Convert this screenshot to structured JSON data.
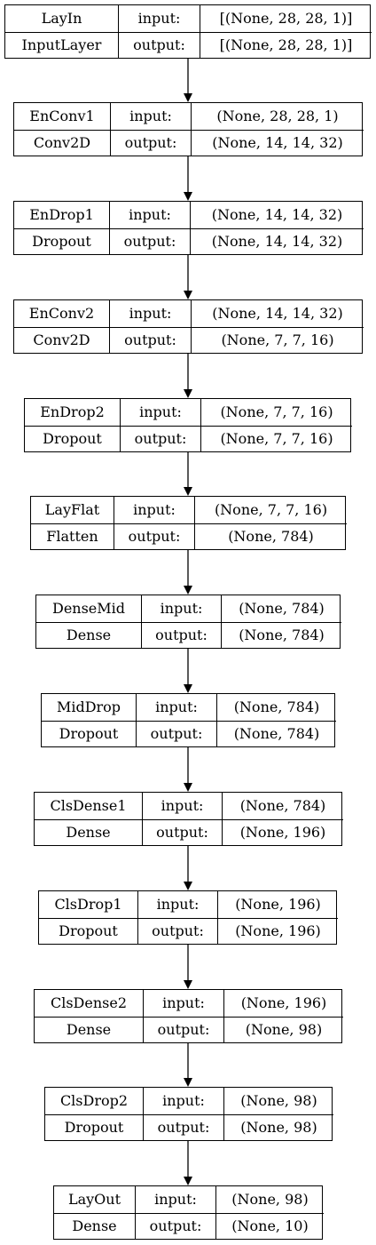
{
  "nodes": [
    {
      "id": "layin",
      "name": "LayIn",
      "type": "InputLayer",
      "input_label": "input:",
      "output_label": "output:",
      "input_shape": "[(None, 28, 28, 1)]",
      "output_shape": "[(None, 28, 28, 1)]"
    },
    {
      "id": "enconv1",
      "name": "EnConv1",
      "type": "Conv2D",
      "input_label": "input:",
      "output_label": "output:",
      "input_shape": "(None, 28, 28, 1)",
      "output_shape": "(None, 14, 14, 32)"
    },
    {
      "id": "endrop1",
      "name": "EnDrop1",
      "type": "Dropout",
      "input_label": "input:",
      "output_label": "output:",
      "input_shape": "(None, 14, 14, 32)",
      "output_shape": "(None, 14, 14, 32)"
    },
    {
      "id": "enconv2",
      "name": "EnConv2",
      "type": "Conv2D",
      "input_label": "input:",
      "output_label": "output:",
      "input_shape": "(None, 14, 14, 32)",
      "output_shape": "(None, 7, 7, 16)"
    },
    {
      "id": "endrop2",
      "name": "EnDrop2",
      "type": "Dropout",
      "input_label": "input:",
      "output_label": "output:",
      "input_shape": "(None, 7, 7, 16)",
      "output_shape": "(None, 7, 7, 16)"
    },
    {
      "id": "layflat",
      "name": "LayFlat",
      "type": "Flatten",
      "input_label": "input:",
      "output_label": "output:",
      "input_shape": "(None, 7, 7, 16)",
      "output_shape": "(None, 784)"
    },
    {
      "id": "densemid",
      "name": "DenseMid",
      "type": "Dense",
      "input_label": "input:",
      "output_label": "output:",
      "input_shape": "(None, 784)",
      "output_shape": "(None, 784)"
    },
    {
      "id": "middrop",
      "name": "MidDrop",
      "type": "Dropout",
      "input_label": "input:",
      "output_label": "output:",
      "input_shape": "(None, 784)",
      "output_shape": "(None, 784)"
    },
    {
      "id": "clsdense1",
      "name": "ClsDense1",
      "type": "Dense",
      "input_label": "input:",
      "output_label": "output:",
      "input_shape": "(None, 784)",
      "output_shape": "(None, 196)"
    },
    {
      "id": "clsdrop1",
      "name": "ClsDrop1",
      "type": "Dropout",
      "input_label": "input:",
      "output_label": "output:",
      "input_shape": "(None, 196)",
      "output_shape": "(None, 196)"
    },
    {
      "id": "clsdense2",
      "name": "ClsDense2",
      "type": "Dense",
      "input_label": "input:",
      "output_label": "output:",
      "input_shape": "(None, 196)",
      "output_shape": "(None, 98)"
    },
    {
      "id": "clsdrop2",
      "name": "ClsDrop2",
      "type": "Dropout",
      "input_label": "input:",
      "output_label": "output:",
      "input_shape": "(None, 98)",
      "output_shape": "(None, 98)"
    },
    {
      "id": "layout",
      "name": "LayOut",
      "type": "Dense",
      "input_label": "input:",
      "output_label": "output:",
      "input_shape": "(None, 98)",
      "output_shape": "(None, 10)"
    }
  ],
  "edges": [
    [
      "layin",
      "enconv1"
    ],
    [
      "enconv1",
      "endrop1"
    ],
    [
      "endrop1",
      "enconv2"
    ],
    [
      "enconv2",
      "endrop2"
    ],
    [
      "endrop2",
      "layflat"
    ],
    [
      "layflat",
      "densemid"
    ],
    [
      "densemid",
      "middrop"
    ],
    [
      "middrop",
      "clsdense1"
    ],
    [
      "clsdense1",
      "clsdrop1"
    ],
    [
      "clsdrop1",
      "clsdense2"
    ],
    [
      "clsdense2",
      "clsdrop2"
    ],
    [
      "clsdrop2",
      "layout"
    ]
  ]
}
